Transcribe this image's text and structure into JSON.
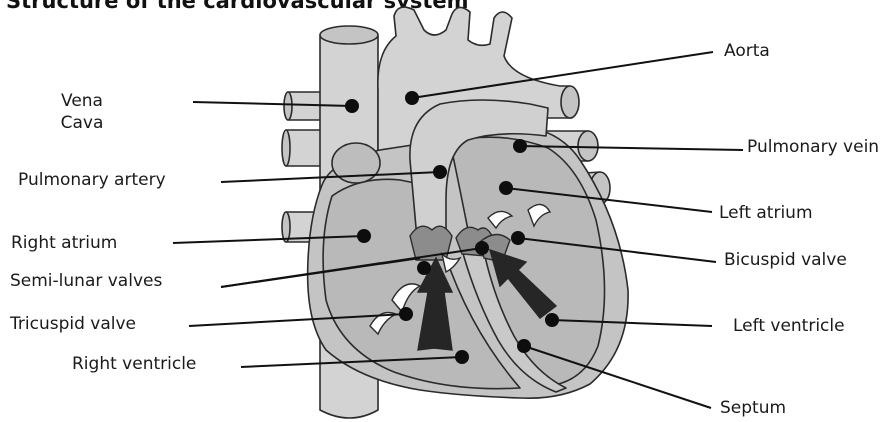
{
  "title": "Structure of the cardiovascular system",
  "labels": {
    "vena_cava_line1": "Vena",
    "vena_cava_line2": "Cava",
    "pulmonary_artery": "Pulmonary artery",
    "right_atrium": "Right atrium",
    "semi_lunar_valves": "Semi-lunar valves",
    "tricuspid_valve": "Tricuspid valve",
    "right_ventricle": "Right ventricle",
    "aorta": "Aorta",
    "pulmonary_vein": "Pulmonary vein",
    "left_atrium": "Left atrium",
    "bicuspid_valve": "Bicuspid valve",
    "left_ventricle": "Left ventricle",
    "septum": "Septum"
  },
  "colors": {
    "vessel_fill": "#d3d3d3",
    "heart_fill": "#c4c4c4",
    "chamber_fill": "#b7b7b7",
    "outline": "#2b2b2b",
    "valve_fill": "#8c8c8c",
    "arrow_fill": "#262626"
  }
}
